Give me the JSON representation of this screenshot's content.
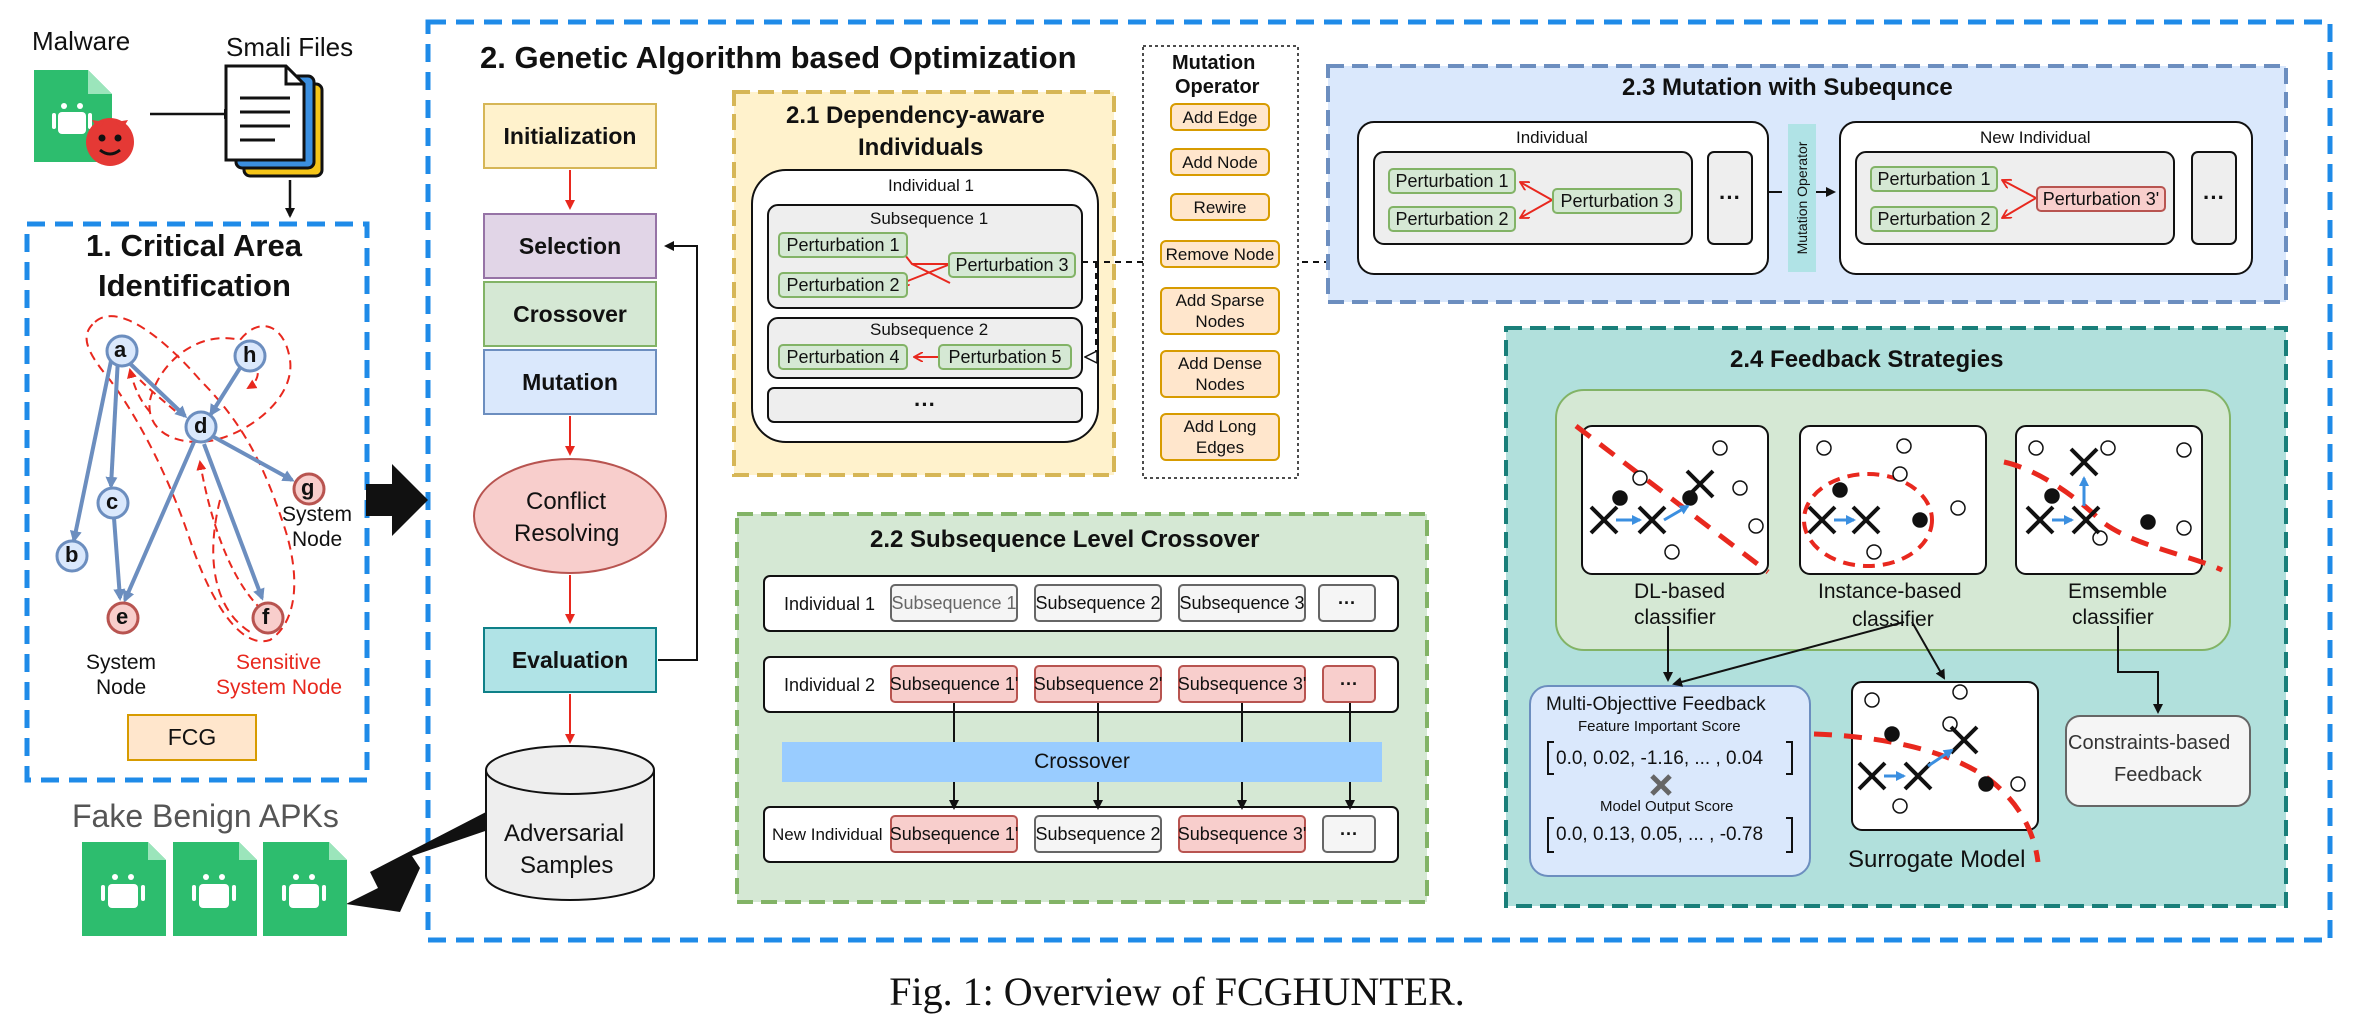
{
  "colors": {
    "blue_dash": "#1f8be8",
    "orange_panel": "#fff2cc",
    "green_panel": "#d5e8d4",
    "blue_panel": "#dae8fc",
    "teal_panel": "#b1e0dc",
    "red": "#e8281e",
    "node_fill": "#dae8fc",
    "node_stroke": "#6c8ebf"
  },
  "top": {
    "malware": "Malware",
    "smali": "Smali Files"
  },
  "sec1": {
    "title1": "1. Critical Area",
    "title2": "Identification",
    "nodes": [
      "a",
      "h",
      "d",
      "c",
      "g",
      "b",
      "e",
      "f"
    ],
    "sys_node_g": [
      "System",
      "Node"
    ],
    "sys_node_e": [
      "System",
      "Node"
    ],
    "sensitive": [
      "Sensitive",
      "System Node"
    ],
    "fcg": "FCG"
  },
  "fake_benign": "Fake Benign APKs",
  "sec2": {
    "title": "2. Genetic Algorithm based Optimization",
    "flow": {
      "initialization": "Initialization",
      "selection": "Selection",
      "crossover": "Crossover",
      "mutation": "Mutation",
      "conflict1": "Conflict",
      "conflict2": "Resolving",
      "evaluation": "Evaluation",
      "adv1": "Adversarial",
      "adv2": "Samples"
    }
  },
  "sec21": {
    "title1": "2.1 Dependency-aware",
    "title2": "Individuals",
    "individual": "Individual 1",
    "sub1": "Subsequence 1",
    "sub2": "Subsequence 2",
    "p1": "Perturbation 1",
    "p2": "Perturbation 2",
    "p3": "Perturbation 3",
    "p4": "Perturbation 4",
    "p5": "Perturbation 5",
    "dots": "···"
  },
  "mutop": {
    "title1": "Mutation",
    "title2": "Operator",
    "items": [
      "Add Edge",
      "Add Node",
      "Rewire",
      "Remove Node",
      "Add Sparse Nodes",
      "Add Dense Nodes",
      "Add Long Edges"
    ]
  },
  "sec22": {
    "title": "2.2 Subsequence Level Crossover",
    "ind1": "Individual 1",
    "ind2": "Individual 2",
    "newind": "New Individual",
    "row1": [
      "Subsequence 1",
      "Subsequence 2",
      "Subsequence 3",
      "···"
    ],
    "row2": [
      "Subsequence 1'",
      "Subsequence 2'",
      "Subsequence 3'",
      "···"
    ],
    "row3": [
      "Subsequence 1'",
      "Subsequence 2",
      "Subsequence 3'",
      "···"
    ],
    "crossover": "Crossover"
  },
  "sec23": {
    "title": "2.3 Mutation with Subequnce",
    "individual": "Individual",
    "new_individual": "New Individual",
    "p1": "Perturbation 1",
    "p2": "Perturbation 2",
    "p3": "Perturbation 3",
    "p3b": "Perturbation 3'",
    "mutop": "Mutation Operator",
    "dots": "···"
  },
  "sec24": {
    "title": "2.4 Feedback Strategies",
    "dl": [
      "DL-based",
      "classifier"
    ],
    "inst": [
      "Instance-based",
      "classifier"
    ],
    "ens": [
      "Emsemble",
      "classifier"
    ],
    "mof_title": "Multi-Objecttive Feedback",
    "fis": "Feature Important Score",
    "fis_vals": "0.0, 0.02, -1.16, ... , 0.04",
    "mos": "Model Output Score",
    "mos_vals": "0.0, 0.13, 0.05, ... , -0.78",
    "surrogate": "Surrogate Model",
    "constraints": [
      "Constraints-based",
      "Feedback"
    ]
  },
  "caption": "Fig. 1: Overview of FCGHUNTER."
}
